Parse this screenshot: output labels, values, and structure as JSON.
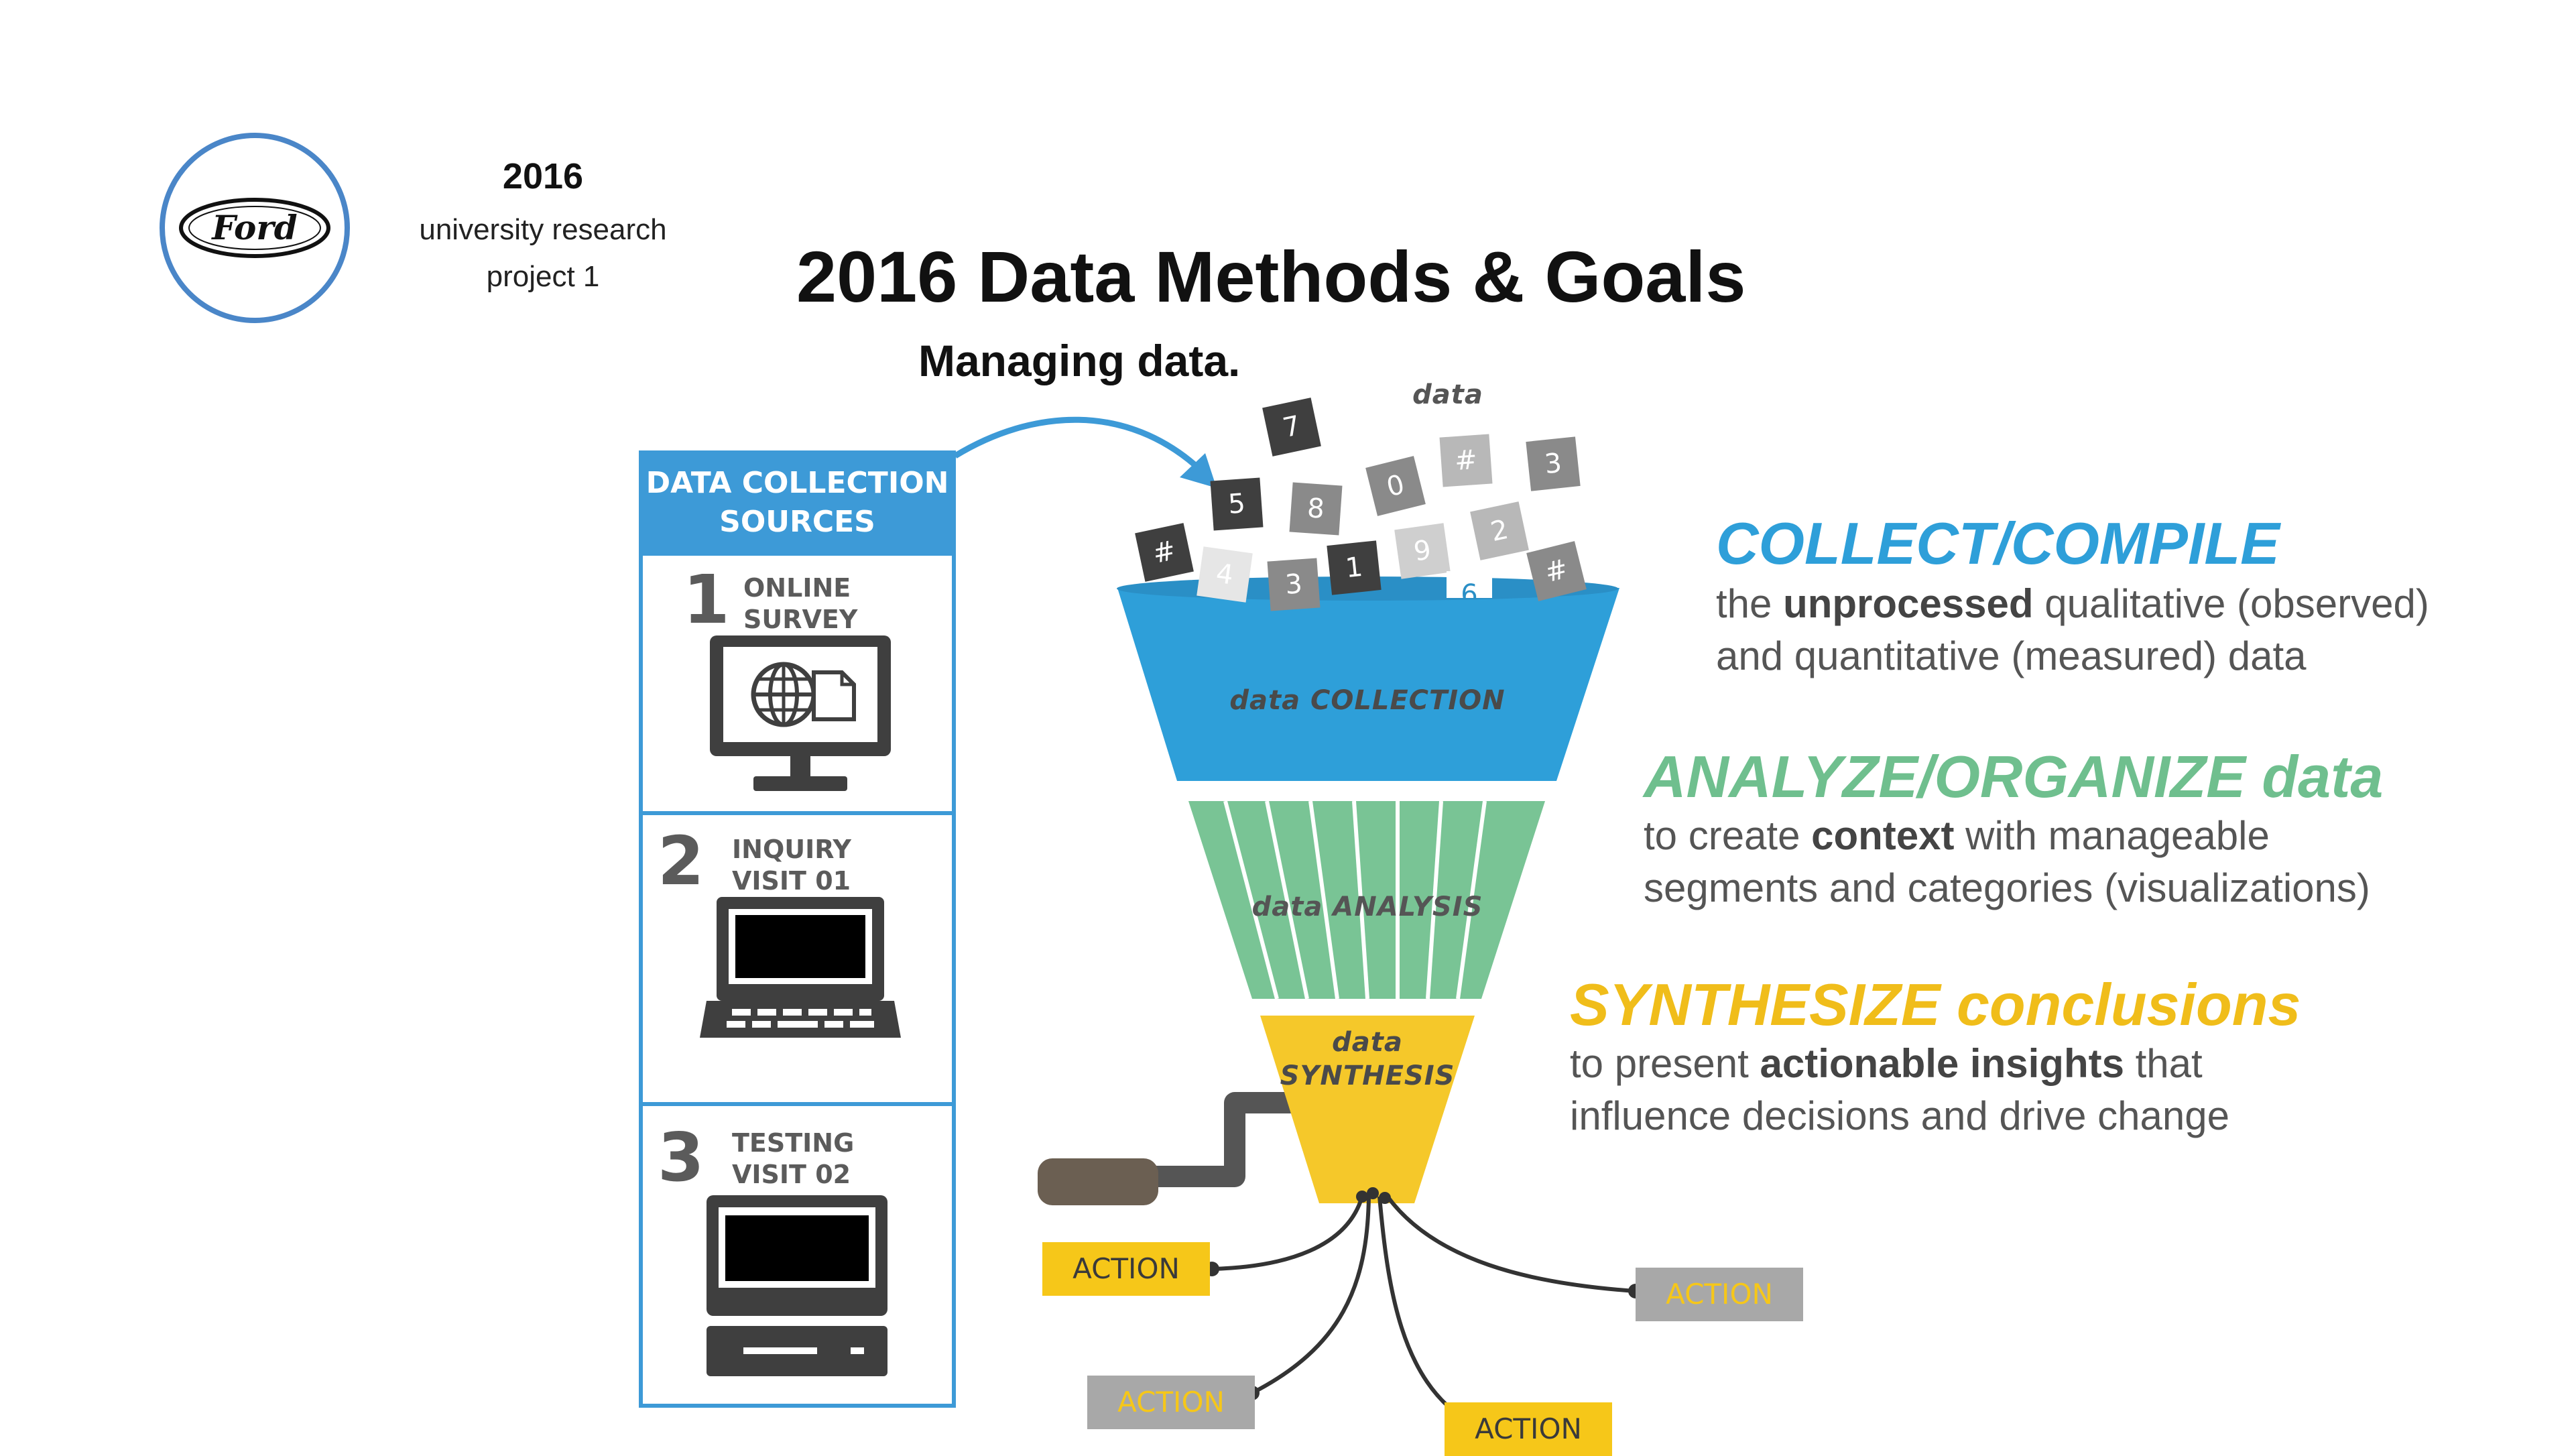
{
  "header": {
    "year": "2016",
    "line2": "university research",
    "line3": "project 1",
    "logo_text": "Ford"
  },
  "title": "2016 Data Methods & Goals",
  "subtitle": "Managing data.",
  "sources": {
    "header_line1": "DATA COLLECTION",
    "header_line2": "SOURCES",
    "items": [
      {
        "num": "1",
        "line1": "ONLINE",
        "line2": "SURVEY",
        "icon": "monitor-globe-icon"
      },
      {
        "num": "2",
        "line1": "INQUIRY",
        "line2": "VISIT 01",
        "icon": "laptop-icon"
      },
      {
        "num": "3",
        "line1": "TESTING",
        "line2": "VISIT 02",
        "icon": "desktop-computer-icon"
      }
    ]
  },
  "funnel": {
    "data_label": "data",
    "collection_label": "data COLLECTION",
    "analysis_label": "data ANALYSIS",
    "synthesis_line1": "data",
    "synthesis_line2": "SYNTHESIS",
    "tiles": [
      "7",
      "#",
      "3",
      "5",
      "8",
      "0",
      "#",
      "4",
      "3",
      "1",
      "9",
      "2",
      "#",
      "6"
    ]
  },
  "stages": [
    {
      "title": "COLLECT/COMPILE",
      "color": "#2e9fd9",
      "line1_pre": "the ",
      "line1_bold": "unprocessed",
      "line1_post": " qualitative (observed)",
      "line2": "and quantitative (measured) data"
    },
    {
      "title": "ANALYZE/ORGANIZE data",
      "color": "#6fbf8e",
      "line1_pre": "to create ",
      "line1_bold": "context",
      "line1_post": " with manageable",
      "line2": "segments and categories (visualizations)"
    },
    {
      "title": "SYNTHESIZE conclusions",
      "color": "#f0bd1a",
      "line1_pre": "to present ",
      "line1_bold": "actionable insights",
      "line1_post": " that",
      "line2": "influence decisions and drive change"
    }
  ],
  "actions": [
    "ACTION",
    "ACTION",
    "ACTION",
    "ACTION"
  ],
  "colors": {
    "blue": "#3d9ad7",
    "funnel_blue": "#2e9fd9",
    "funnel_green": "#79c495",
    "funnel_yellow": "#f5c82a",
    "dark_gray": "#3f3f3f",
    "handle_brown": "#6b5f52"
  }
}
